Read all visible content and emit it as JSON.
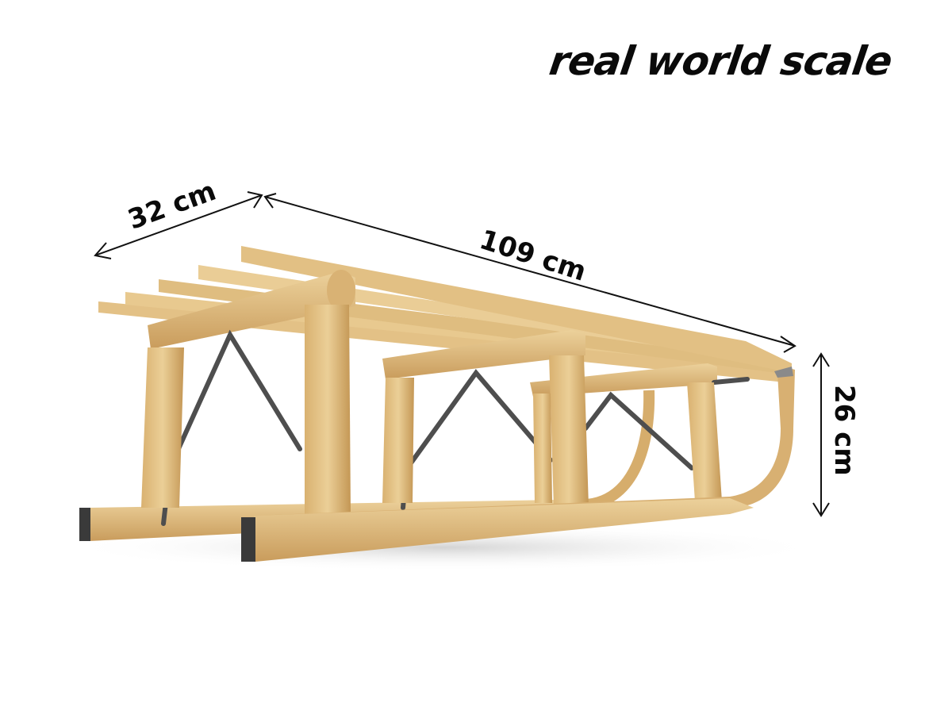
{
  "title": "real world scale",
  "subject": "wooden-sled",
  "dimensions": {
    "width": {
      "label": "32 cm",
      "value": 32,
      "unit": "cm"
    },
    "length": {
      "label": "109 cm",
      "value": 109,
      "unit": "cm"
    },
    "height": {
      "label": "26 cm",
      "value": 26,
      "unit": "cm"
    }
  },
  "colors": {
    "background": "#ffffff",
    "text": "#0a0a0a",
    "wood_light": "#e8c98f",
    "wood_mid": "#d4ac6c",
    "wood_dark": "#b88d50",
    "metal": "#5a5a5a"
  }
}
